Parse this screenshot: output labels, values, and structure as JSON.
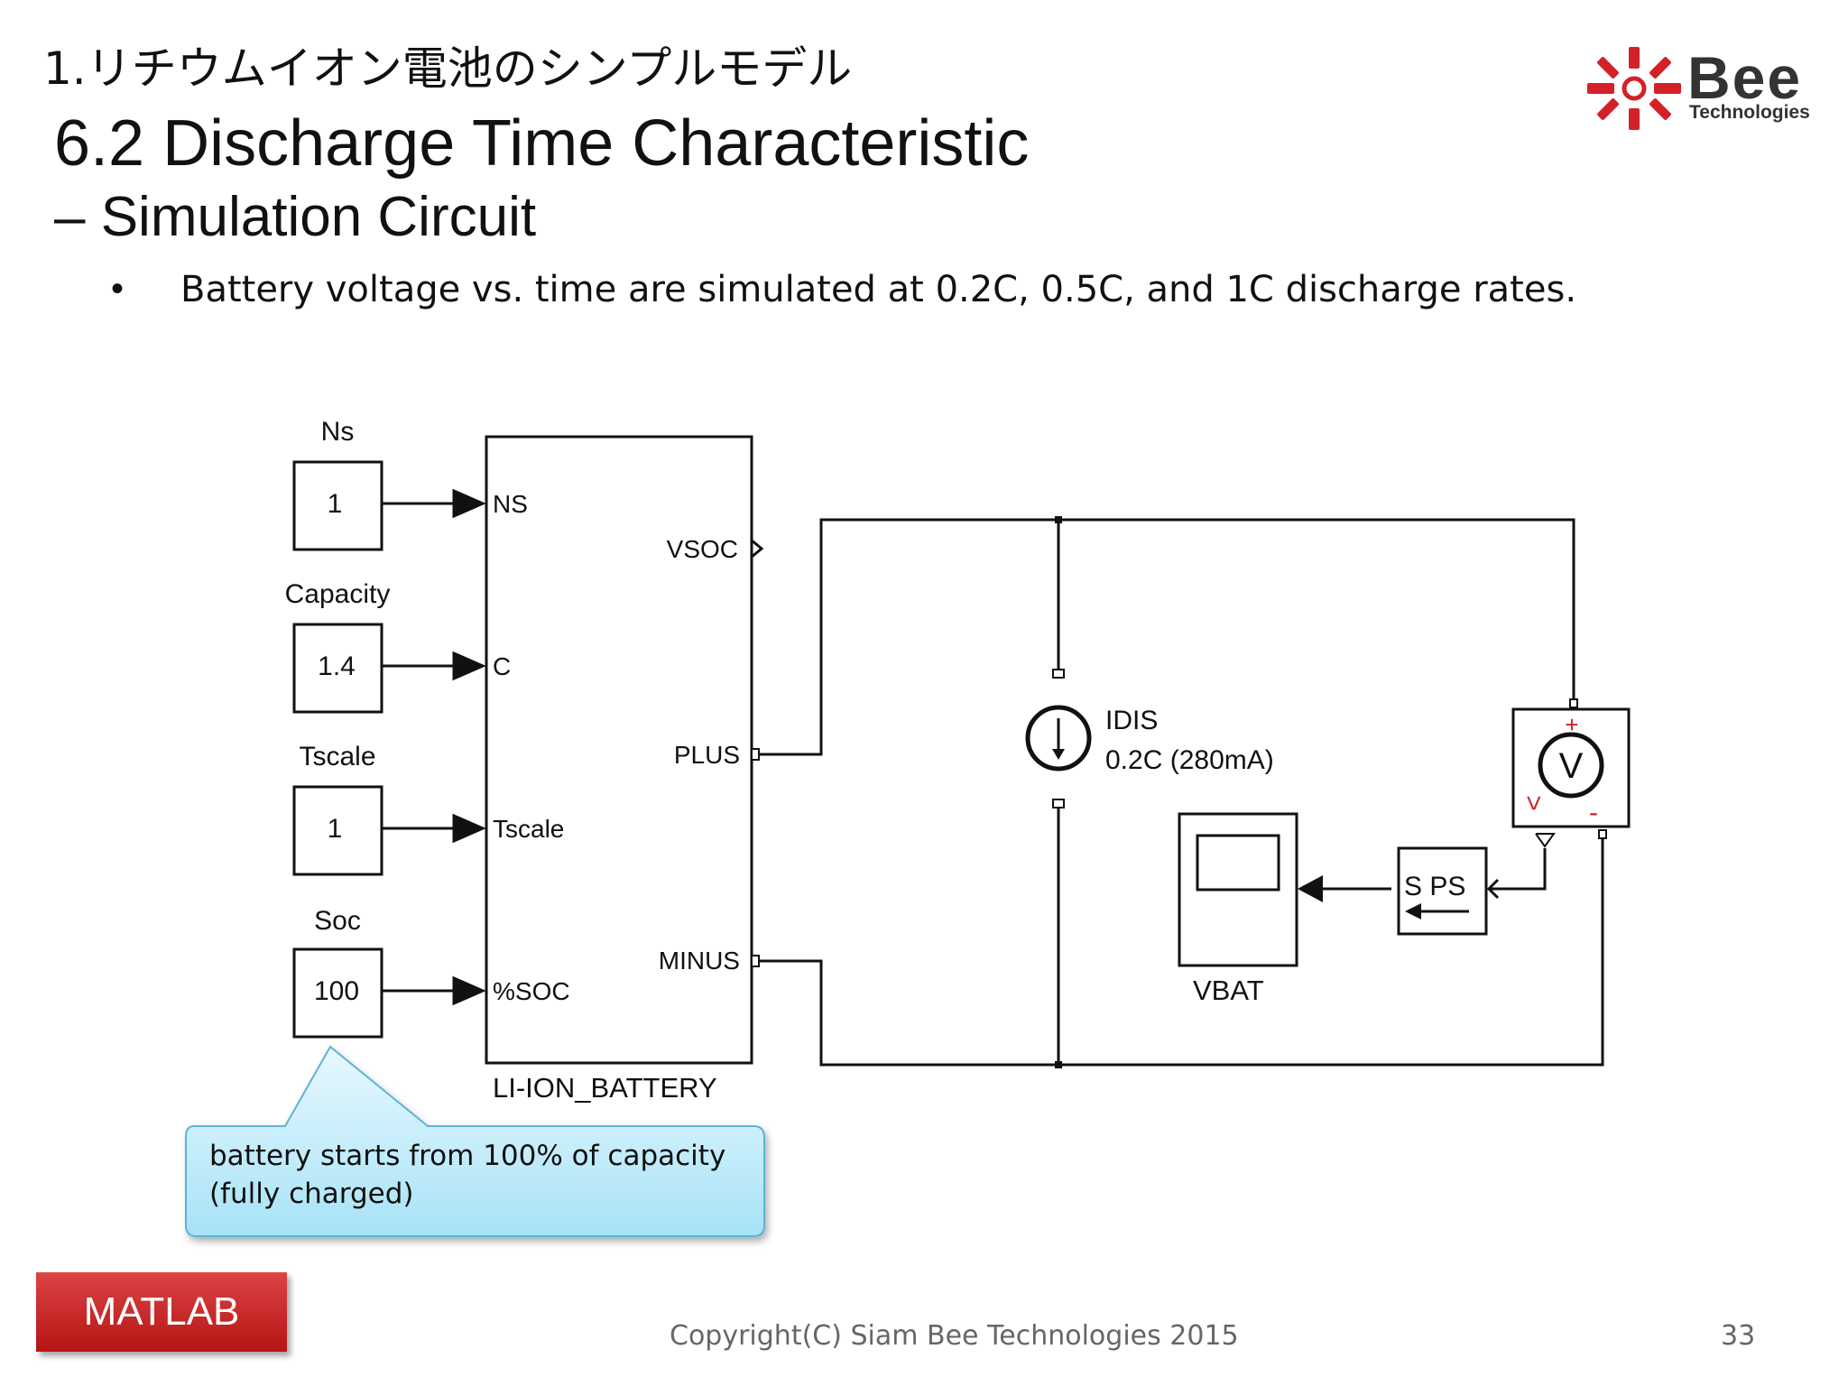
{
  "header": {
    "section_title": "1.リチウムイオン電池のシンプルモデル",
    "title": "6.2 Discharge Time Characteristic",
    "subtitle": "– Simulation Circuit",
    "bullet_marker": "•",
    "bullet": "Battery voltage vs. time are simulated at 0.2C, 0.5C, and 1C discharge rates."
  },
  "logo": {
    "word": "Bee",
    "sub": "Technologies",
    "colors": {
      "mark": "#d42027",
      "text": "#333333"
    }
  },
  "diagram": {
    "constants": [
      {
        "label": "Ns",
        "value": "1"
      },
      {
        "label": "Capacity",
        "value": "1.4"
      },
      {
        "label": "Tscale",
        "value": "1"
      },
      {
        "label": "Soc",
        "value": "100"
      }
    ],
    "battery": {
      "name": "LI-ION_BATTERY",
      "inputs": [
        "NS",
        "C",
        "Tscale",
        "%SOC"
      ],
      "outputs": {
        "vsoc": "VSOC",
        "plus": "PLUS",
        "minus": "MINUS"
      }
    },
    "current_source": {
      "name": "IDIS",
      "value": "0.2C (280mA)"
    },
    "scope": {
      "name": "VBAT"
    },
    "converter": {
      "label": "S PS"
    },
    "voltmeter": {
      "symbol": "V",
      "plus_sign": "+",
      "minus_sign": "-",
      "out_sign": ">"
    }
  },
  "callout": {
    "line1": "battery starts from 100% of capacity",
    "line2": "(fully charged)",
    "colors": {
      "fill_top": "#e9f8fe",
      "fill_bottom": "#a6e3f7",
      "border": "#5cb4d4"
    }
  },
  "footer": {
    "badge": "MATLAB",
    "copyright": "Copyright(C) Siam Bee Technologies 2015",
    "page": "33",
    "colors": {
      "badge": "#c62828"
    }
  }
}
